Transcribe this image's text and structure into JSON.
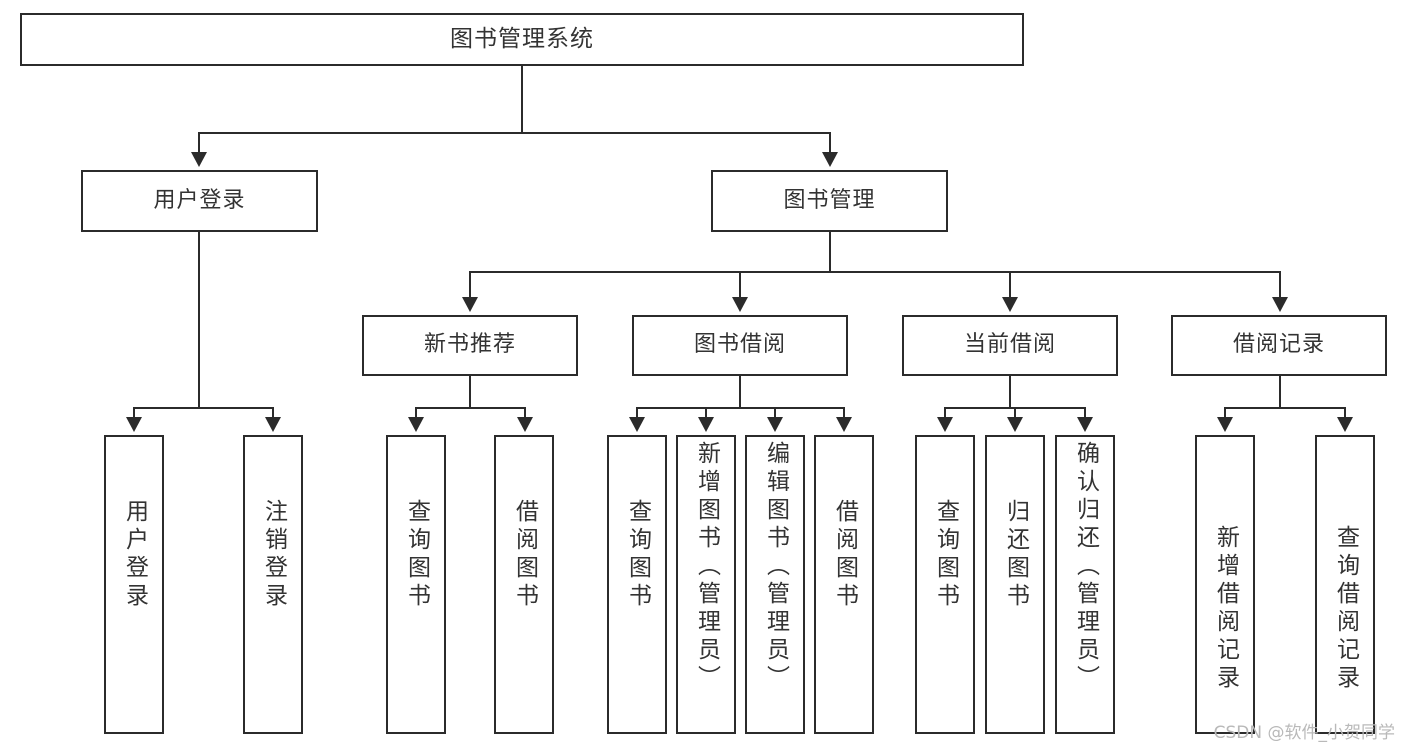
{
  "diagram": {
    "type": "tree",
    "title": "图书管理系统",
    "root": {
      "id": "root",
      "label": "图书管理系统"
    },
    "level2": [
      {
        "id": "user-login",
        "label": "用户登录"
      },
      {
        "id": "book-manage",
        "label": "图书管理"
      }
    ],
    "level3": [
      {
        "id": "new-book-recommend",
        "label": "新书推荐",
        "parent": "book-manage"
      },
      {
        "id": "book-borrow",
        "label": "图书借阅",
        "parent": "book-manage"
      },
      {
        "id": "current-borrow",
        "label": "当前借阅",
        "parent": "book-manage"
      },
      {
        "id": "borrow-record",
        "label": "借阅记录",
        "parent": "book-manage"
      }
    ],
    "leaves": [
      {
        "id": "leaf-user-login",
        "label": "用户登录",
        "parent": "user-login"
      },
      {
        "id": "leaf-logout",
        "label": "注销登录",
        "parent": "user-login"
      },
      {
        "id": "leaf-query-book-1",
        "label": "查询图书",
        "parent": "new-book-recommend"
      },
      {
        "id": "leaf-borrow-book-1",
        "label": "借阅图书",
        "parent": "new-book-recommend"
      },
      {
        "id": "leaf-query-book-2",
        "label": "查询图书",
        "parent": "book-borrow"
      },
      {
        "id": "leaf-add-book",
        "label": "新增图书（管理员）",
        "parent": "book-borrow"
      },
      {
        "id": "leaf-edit-book",
        "label": "编辑图书（管理员）",
        "parent": "book-borrow"
      },
      {
        "id": "leaf-borrow-book-2",
        "label": "借阅图书",
        "parent": "book-borrow"
      },
      {
        "id": "leaf-query-book-3",
        "label": "查询图书",
        "parent": "current-borrow"
      },
      {
        "id": "leaf-return-book",
        "label": "归还图书",
        "parent": "current-borrow"
      },
      {
        "id": "leaf-confirm-return",
        "label": "确认归还（管理员）",
        "parent": "current-borrow"
      },
      {
        "id": "leaf-add-record",
        "label": "新增借阅记录",
        "parent": "borrow-record"
      },
      {
        "id": "leaf-query-record",
        "label": "查询借阅记录",
        "parent": "borrow-record"
      }
    ],
    "colors": {
      "stroke": "#2b2b2b",
      "fill": "#ffffff",
      "text": "#333333",
      "watermark": "#b9b9b9"
    }
  },
  "watermark": {
    "text": "CSDN @软件_小贺同学"
  }
}
